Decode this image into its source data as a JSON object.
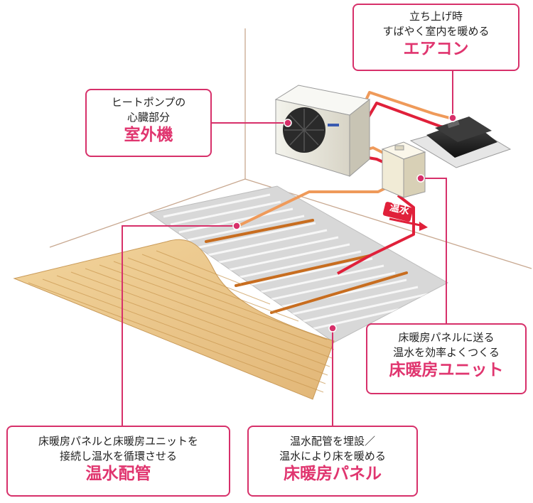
{
  "colors": {
    "accent": "#d7306a",
    "title": "#e0356f",
    "hot_pipe": "#e0203a",
    "return_pipe": "#ef9a5a",
    "panel": "#d9d9d9",
    "wood": "#e9c58d",
    "wall_line": "#c8a890"
  },
  "callouts": {
    "aircon": {
      "lines": [
        "立ち上げ時",
        "すばやく室内を暖める"
      ],
      "title": "エアコン"
    },
    "outdoor_unit": {
      "lines": [
        "ヒートポンプの",
        "心臓部分"
      ],
      "title": "室外機"
    },
    "floor_heating_unit": {
      "lines": [
        "床暖房パネルに送る",
        "温水を効率よくつくる"
      ],
      "title": "床暖房ユニット"
    },
    "hot_water_piping": {
      "lines": [
        "床暖房パネルと床暖房ユニットを",
        "接続し温水を循環させる"
      ],
      "title": "温水配管"
    },
    "floor_heating_panel": {
      "lines": [
        "温水配管を埋設／",
        "温水により床を暖める"
      ],
      "title": "床暖房パネル"
    }
  },
  "flow_label": "温水"
}
